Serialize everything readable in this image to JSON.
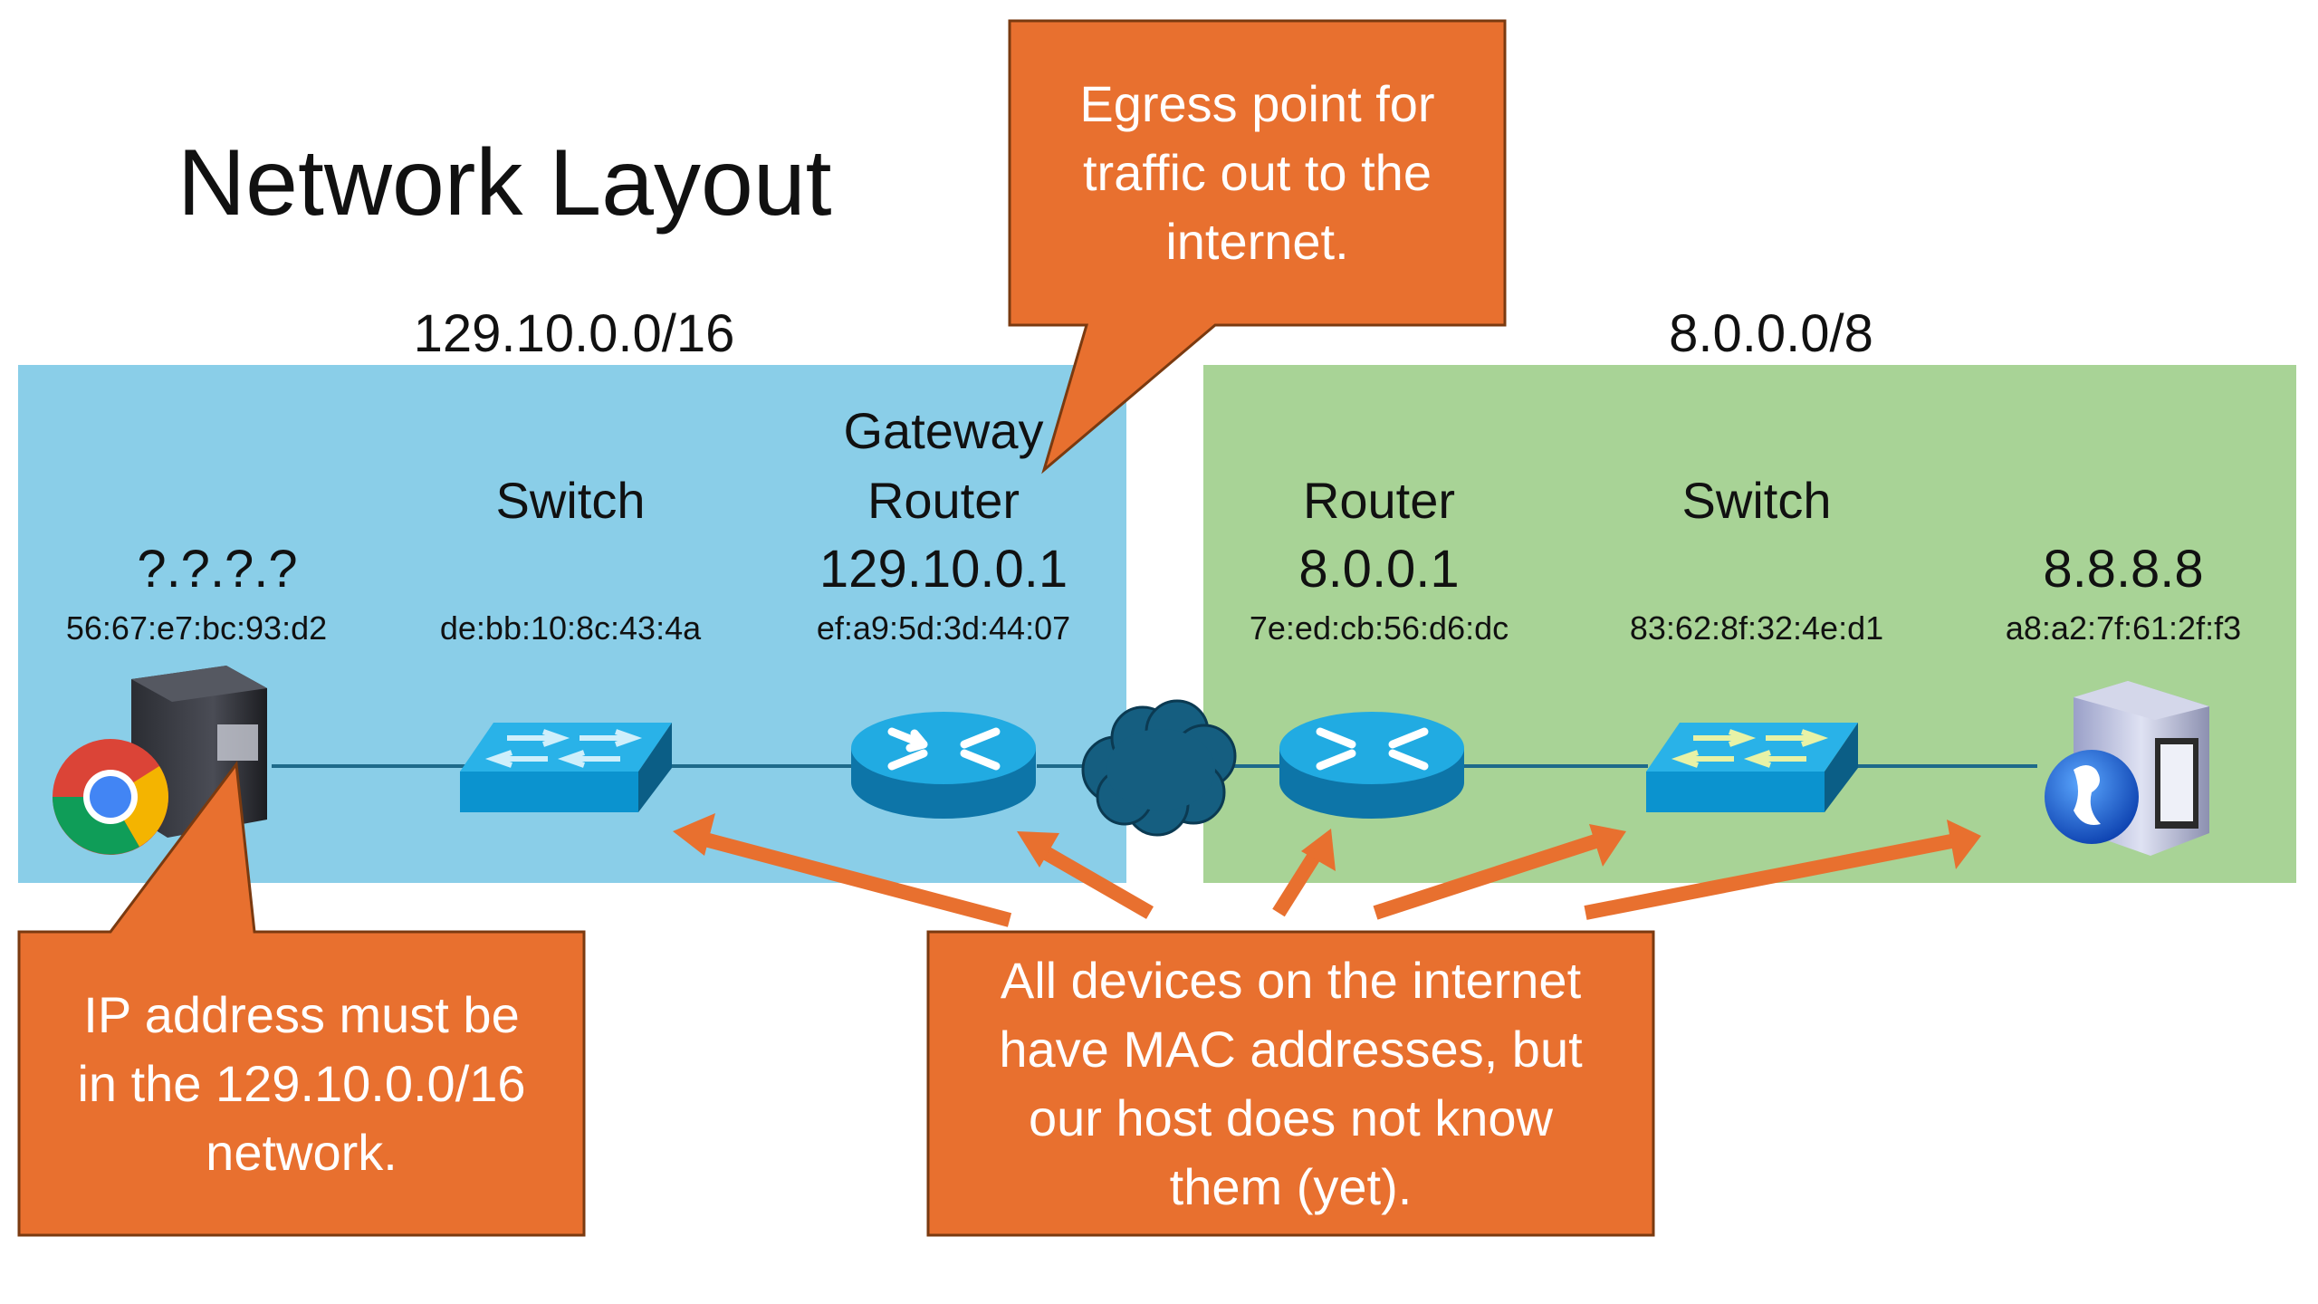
{
  "title": "Network Layout",
  "colors": {
    "lan_zone": "#8ACEE8",
    "wan_zone": "#A8D396",
    "callout_fill": "#E8702F",
    "callout_border": "#7A3A10",
    "link_line": "#1E6A8A",
    "device_blue": "#1BA6DC",
    "cloud": "#155E80"
  },
  "networks": [
    {
      "name": "lan",
      "subnet": "129.10.0.0/16"
    },
    {
      "name": "wan",
      "subnet": "8.0.0.0/8"
    }
  ],
  "devices": [
    {
      "id": "host",
      "type": "pc",
      "role": "",
      "role2": "",
      "ip": "?.?.?.?",
      "mac": "56:67:e7:bc:93:d2",
      "icon": "desktop-with-browser-icon"
    },
    {
      "id": "switch-lan",
      "type": "switch",
      "role": "",
      "role2": "Switch",
      "ip": "",
      "mac": "de:bb:10:8c:43:4a",
      "icon": "switch-icon"
    },
    {
      "id": "gateway-router",
      "type": "router",
      "role": "Gateway",
      "role2": "Router",
      "ip": "129.10.0.1",
      "mac": "ef:a9:5d:3d:44:07",
      "icon": "router-icon"
    },
    {
      "id": "internet",
      "type": "cloud",
      "role": "",
      "role2": "",
      "ip": "",
      "mac": "",
      "icon": "cloud-icon"
    },
    {
      "id": "router-wan",
      "type": "router",
      "role": "",
      "role2": "Router",
      "ip": "8.0.0.1",
      "mac": "7e:ed:cb:56:d6:dc",
      "icon": "router-icon"
    },
    {
      "id": "switch-wan",
      "type": "switch",
      "role": "",
      "role2": "Switch",
      "ip": "",
      "mac": "83:62:8f:32:4e:d1",
      "icon": "switch-icon"
    },
    {
      "id": "dns-server",
      "type": "server",
      "role": "",
      "role2": "",
      "ip": "8.8.8.8",
      "mac": "a8:a2:7f:61:2f:f3",
      "icon": "web-server-icon"
    }
  ],
  "callouts": {
    "egress": {
      "lines": [
        "Egress point for",
        "traffic out to the",
        "internet."
      ]
    },
    "host_ip": {
      "lines": [
        "IP address must be",
        "in the 129.10.0.0/16",
        "network."
      ]
    },
    "mac": {
      "lines": [
        "All devices on the internet",
        "have MAC addresses, but",
        "our host does not know",
        "them (yet)."
      ]
    }
  }
}
